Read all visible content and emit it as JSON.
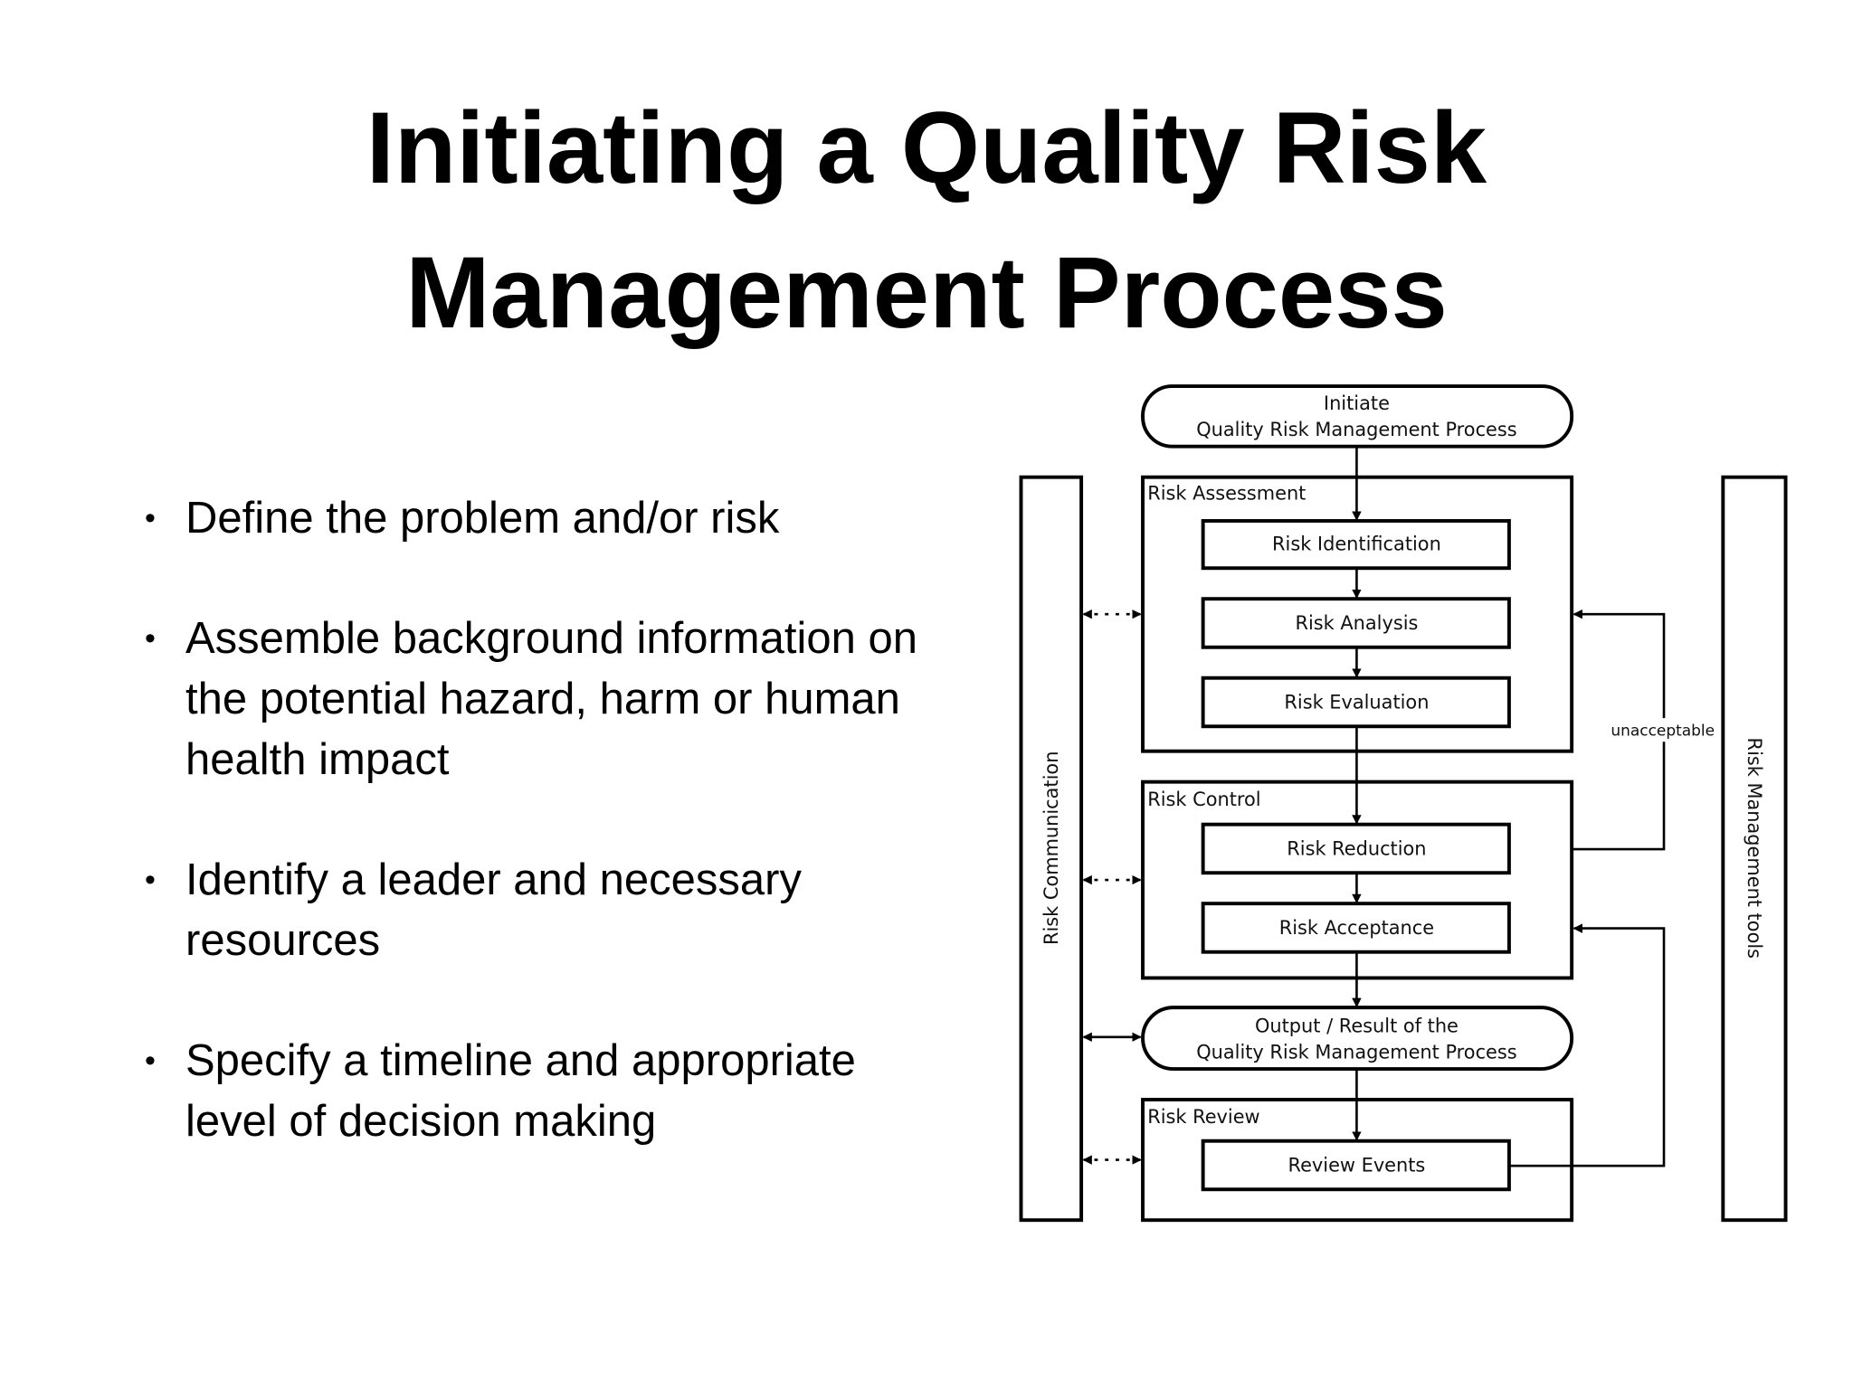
{
  "title": {
    "line1": "Initiating a Quality Risk",
    "line2": "Management Process"
  },
  "bullets": [
    "Define the problem and/or risk",
    "Assemble background information on the potential hazard, harm or human health impact",
    "Identify a leader and necessary resources",
    "Specify a timeline and appropriate level of decision making"
  ],
  "diagram": {
    "start": {
      "line1": "Initiate",
      "line2": "Quality Risk Management Process"
    },
    "assessment": {
      "label": "Risk Assessment",
      "steps": [
        "Risk Identification",
        "Risk Analysis",
        "Risk Evaluation"
      ]
    },
    "control": {
      "label": "Risk Control",
      "steps": [
        "Risk Reduction",
        "Risk Acceptance"
      ]
    },
    "output": {
      "line1": "Output / Result of the",
      "line2": "Quality Risk Management Process"
    },
    "review": {
      "label": "Risk Review",
      "steps": [
        "Review Events"
      ]
    },
    "left_bar": "Risk Communication",
    "right_bar": "Risk Management tools",
    "loop_label": "unacceptable"
  }
}
